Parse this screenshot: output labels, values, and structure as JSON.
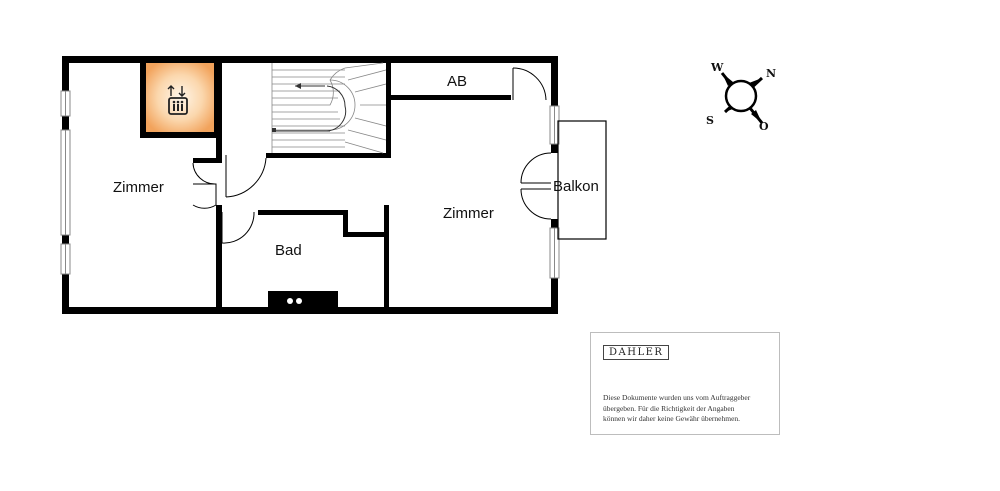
{
  "rooms": {
    "zimmer_left": "Zimmer",
    "zimmer_right": "Zimmer",
    "bad": "Bad",
    "ab": "AB",
    "balkon": "Balkon"
  },
  "compass": {
    "north": "N",
    "east": "O",
    "south": "S",
    "west": "W"
  },
  "disclaimer": {
    "brand": "DAHLER",
    "lines": [
      "Diese Dokumente wurden uns vom Auftraggeber",
      "übergeben. Für die Richtigkeit der Angaben",
      "können wir daher keine Gewähr übernehmen."
    ]
  },
  "icons": [
    "elevator-icon",
    "cooktop-icon",
    "compass-rose-icon"
  ],
  "colors": {
    "wall": "#000000",
    "elevator_glow": "#f6b06a",
    "border": "#bdbdbd"
  }
}
